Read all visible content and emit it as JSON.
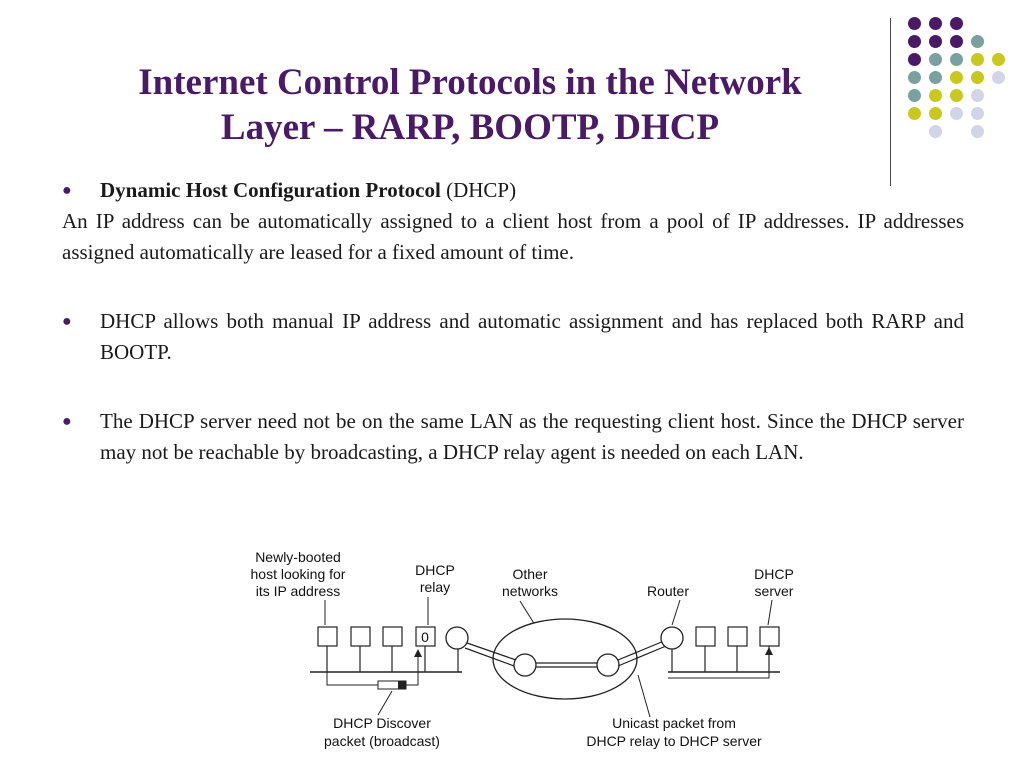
{
  "slide": {
    "title_line1": "Internet Control Protocols in the Network",
    "title_line2": "Layer – RARP, BOOTP, DHCP"
  },
  "content": {
    "bullet1_bold": "Dynamic Host Configuration Protocol",
    "bullet1_rest": " (DHCP)",
    "paragraph": "An IP address can be automatically assigned to a client host from a pool of IP addresses. IP addresses assigned automatically are leased for a fixed amount of time.",
    "bullet2": "DHCP allows both manual IP address and automatic assignment and has replaced both RARP and BOOTP.",
    "bullet3": "The DHCP server need not be on the same LAN as the requesting client host. Since the DHCP server may not be reachable by broadcasting, a DHCP relay agent is needed on each LAN."
  },
  "diagram": {
    "host_label": [
      "Newly-booted",
      "host looking for",
      "its IP address"
    ],
    "relay_label": [
      "DHCP",
      "relay"
    ],
    "networks_label": [
      "Other",
      "networks"
    ],
    "router_label": "Router",
    "server_label": [
      "DHCP",
      "server"
    ],
    "discover_label": [
      "DHCP Discover",
      "packet (broadcast)"
    ],
    "unicast_label": [
      "Unicast packet from",
      "DHCP relay to DHCP server"
    ],
    "relay_box_text": "0"
  },
  "decoration": {
    "colors": {
      "purple": "#4b1a66",
      "teal": "#7aa0a0",
      "yellow": "#c8c81e",
      "lavender": "#d4d4e8"
    }
  }
}
